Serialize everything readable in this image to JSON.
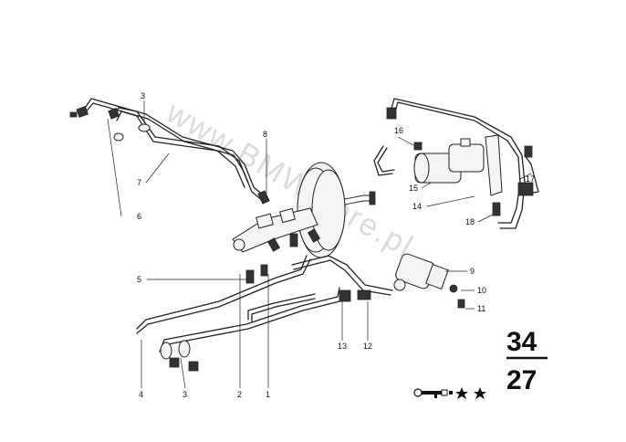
{
  "watermark": "www.BMWstore.pl",
  "section": {
    "top": "34",
    "bottom": "27"
  },
  "callouts": {
    "p1": "1",
    "p2": "2",
    "p3a": "3",
    "p3b": "3",
    "p4": "4",
    "p5": "5",
    "p6": "6",
    "p7": "7",
    "p8": "8",
    "p9": "9",
    "p10": "10",
    "p11": "11",
    "p12": "12",
    "p13": "13",
    "p14": "14",
    "p15": "15",
    "p16": "16",
    "p17": "17",
    "p18": "18"
  },
  "icons": [
    "key-icon",
    "star-icon",
    "star-icon"
  ]
}
